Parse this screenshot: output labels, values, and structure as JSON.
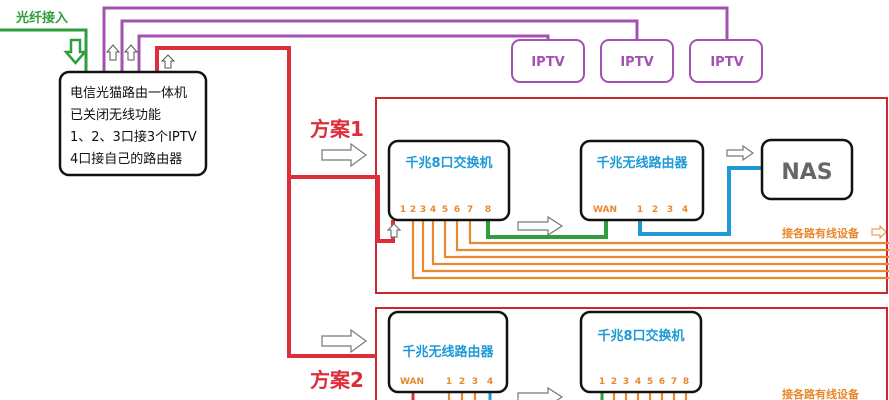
{
  "fiber_in": "光纤接入",
  "modem": {
    "lines": [
      "电信光猫路由一体机",
      "已关闭无线功能",
      "1、2、3口接3个IPTV",
      "4口接自己的路由器"
    ]
  },
  "iptv": [
    "IPTV",
    "IPTV",
    "IPTV"
  ],
  "plan1": {
    "title": "方案1",
    "switch": {
      "name": "千兆8口交换机",
      "ports": [
        "1",
        "2",
        "3",
        "4",
        "5",
        "6",
        "7",
        "8"
      ]
    },
    "router": {
      "name": "千兆无线路由器",
      "wan": "WAN",
      "ports": [
        "1",
        "2",
        "3",
        "4"
      ]
    },
    "nas": "NAS",
    "wired": "接各路有线设备"
  },
  "plan2": {
    "title": "方案2",
    "router": {
      "name": "千兆无线路由器",
      "wan": "WAN",
      "ports": [
        "1",
        "2",
        "3",
        "4"
      ]
    },
    "switch": {
      "name": "千兆8口交换机",
      "ports": [
        "1",
        "2",
        "3",
        "4",
        "5",
        "6",
        "7",
        "8"
      ]
    },
    "wired": "接各路有线设备"
  },
  "colors": {
    "red": "#dd2e3a",
    "purple": "#a352b2",
    "green": "#2f9e3e",
    "orange": "#e8892f",
    "blue": "#1e9ad6",
    "box_red": "#c8282e"
  }
}
